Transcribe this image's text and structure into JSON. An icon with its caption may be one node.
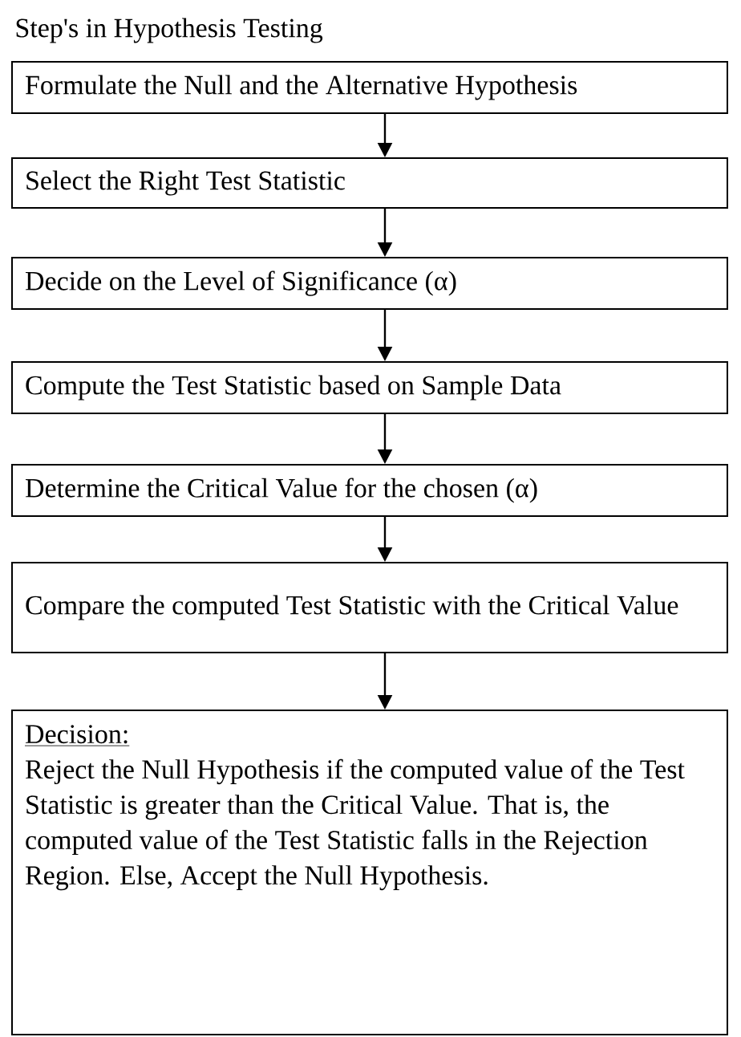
{
  "diagram": {
    "title": "Step's in Hypothesis Testing",
    "nodes": [
      {
        "text": [
          "Formulate the Null and the Alternative Hypothesis"
        ]
      },
      {
        "text": [
          "Select the Right Test Statistic"
        ]
      },
      {
        "text": [
          "Decide on the Level of Significance (α)"
        ]
      },
      {
        "text": [
          "Compute the Test Statistic based on Sample Data"
        ]
      },
      {
        "text": [
          "Determine the Critical Value for the chosen (α)"
        ]
      },
      {
        "text": [
          "Compare the computed Test Statistic with the Critical Value"
        ]
      },
      {
        "text": [
          "Decision:",
          "Reject the Null Hypothesis if the computed value of the Test Statistic is greater than the Critical Value. That is, the computed value of the Test Statistic falls in the Rejection Region. Else, Accept the Null Hypothesis."
        ]
      }
    ],
    "edges": [
      {
        "from": 0,
        "to": 1,
        "arrow": "to"
      },
      {
        "from": 1,
        "to": 2,
        "arrow": "to"
      },
      {
        "from": 2,
        "to": 3,
        "arrow": "to"
      },
      {
        "from": 3,
        "to": 4,
        "arrow": "to"
      },
      {
        "from": 4,
        "to": 5,
        "arrow": "to"
      },
      {
        "from": 5,
        "to": 6,
        "arrow": "to"
      }
    ]
  }
}
